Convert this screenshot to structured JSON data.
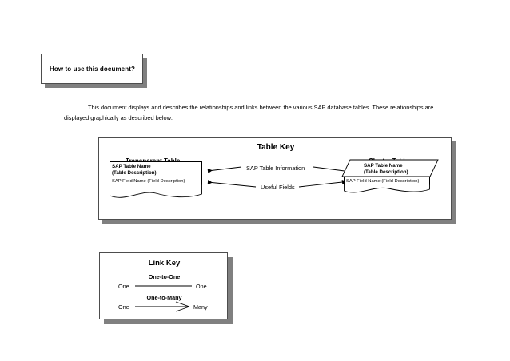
{
  "document": {
    "howto_box_label": "How to use this document?",
    "intro_paragraph": "This document displays and describes the relationships and links between the various SAP database tables. These relationships are displayed graphically as described below:"
  },
  "table_key": {
    "title": "Table Key",
    "transparent_heading": "Transparent Table",
    "cluster_heading": "Cluster Table",
    "transparent_table": {
      "name_line": "SAP Table Name",
      "description_line": "(Table Description)",
      "field_line": "SAP Field Name (Field Description)"
    },
    "cluster_table": {
      "name_line": "SAP Table Name",
      "description_line": "(Table Description)",
      "field_line": "SAP Field Name (Field Description)"
    },
    "connectors": [
      {
        "label": "SAP Table Information"
      },
      {
        "label": "Useful Fields"
      }
    ]
  },
  "link_key": {
    "title": "Link Key",
    "relations": [
      {
        "name": "One-to-One",
        "left_cardinality": "One",
        "right_cardinality": "One"
      },
      {
        "name": "One-to-Many",
        "left_cardinality": "One",
        "right_cardinality": "Many"
      }
    ]
  },
  "colors": {
    "background": "#ffffff",
    "shadow": "#808080",
    "box_border": "#4d4d4d",
    "line": "#000000",
    "text": "#000000"
  }
}
